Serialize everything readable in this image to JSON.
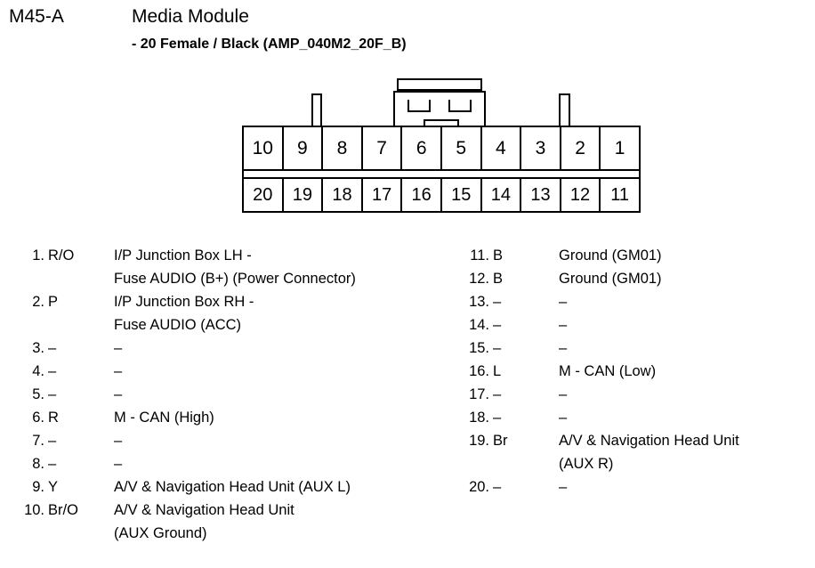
{
  "header": {
    "code": "M45-A",
    "title": "Media Module",
    "subtitle": "- 20 Female / Black (AMP_040M2_20F_B)"
  },
  "connector": {
    "top_row": [
      "10",
      "9",
      "8",
      "7",
      "6",
      "5",
      "4",
      "3",
      "2",
      "1"
    ],
    "bottom_row": [
      "20",
      "19",
      "18",
      "17",
      "16",
      "15",
      "14",
      "13",
      "12",
      "11"
    ]
  },
  "pins_left": [
    {
      "num": "1.",
      "color": "R/O",
      "desc": "I/P Junction Box LH -",
      "desc2": "Fuse AUDIO (B+) (Power Connector)"
    },
    {
      "num": "2.",
      "color": "P",
      "desc": "I/P Junction Box RH -",
      "desc2": "Fuse AUDIO (ACC)"
    },
    {
      "num": "3.",
      "color": "–",
      "desc": "–",
      "desc2": ""
    },
    {
      "num": "4.",
      "color": "–",
      "desc": "–",
      "desc2": ""
    },
    {
      "num": "5.",
      "color": "–",
      "desc": "–",
      "desc2": ""
    },
    {
      "num": "6.",
      "color": "R",
      "desc": "M - CAN (High)",
      "desc2": ""
    },
    {
      "num": "7.",
      "color": "–",
      "desc": "–",
      "desc2": ""
    },
    {
      "num": "8.",
      "color": "–",
      "desc": "–",
      "desc2": ""
    },
    {
      "num": "9.",
      "color": "Y",
      "desc": "A/V & Navigation Head Unit (AUX L)",
      "desc2": ""
    },
    {
      "num": "10.",
      "color": "Br/O",
      "desc": "A/V & Navigation Head Unit",
      "desc2": "(AUX Ground)"
    }
  ],
  "pins_right": [
    {
      "num": "11.",
      "color": "B",
      "desc": "Ground (GM01)",
      "desc2": ""
    },
    {
      "num": "12.",
      "color": "B",
      "desc": "Ground (GM01)",
      "desc2": ""
    },
    {
      "num": "13.",
      "color": "–",
      "desc": "–",
      "desc2": ""
    },
    {
      "num": "14.",
      "color": "–",
      "desc": "–",
      "desc2": ""
    },
    {
      "num": "15.",
      "color": "–",
      "desc": "–",
      "desc2": ""
    },
    {
      "num": "16.",
      "color": "L",
      "desc": "M - CAN (Low)",
      "desc2": ""
    },
    {
      "num": "17.",
      "color": "–",
      "desc": "–",
      "desc2": ""
    },
    {
      "num": "18.",
      "color": "–",
      "desc": "–",
      "desc2": ""
    },
    {
      "num": "19.",
      "color": "Br",
      "desc": "A/V & Navigation Head Unit",
      "desc2": "(AUX R)"
    },
    {
      "num": "20.",
      "color": "–",
      "desc": "–",
      "desc2": ""
    }
  ],
  "colors": {
    "ink": "#000000",
    "paper": "#ffffff"
  }
}
